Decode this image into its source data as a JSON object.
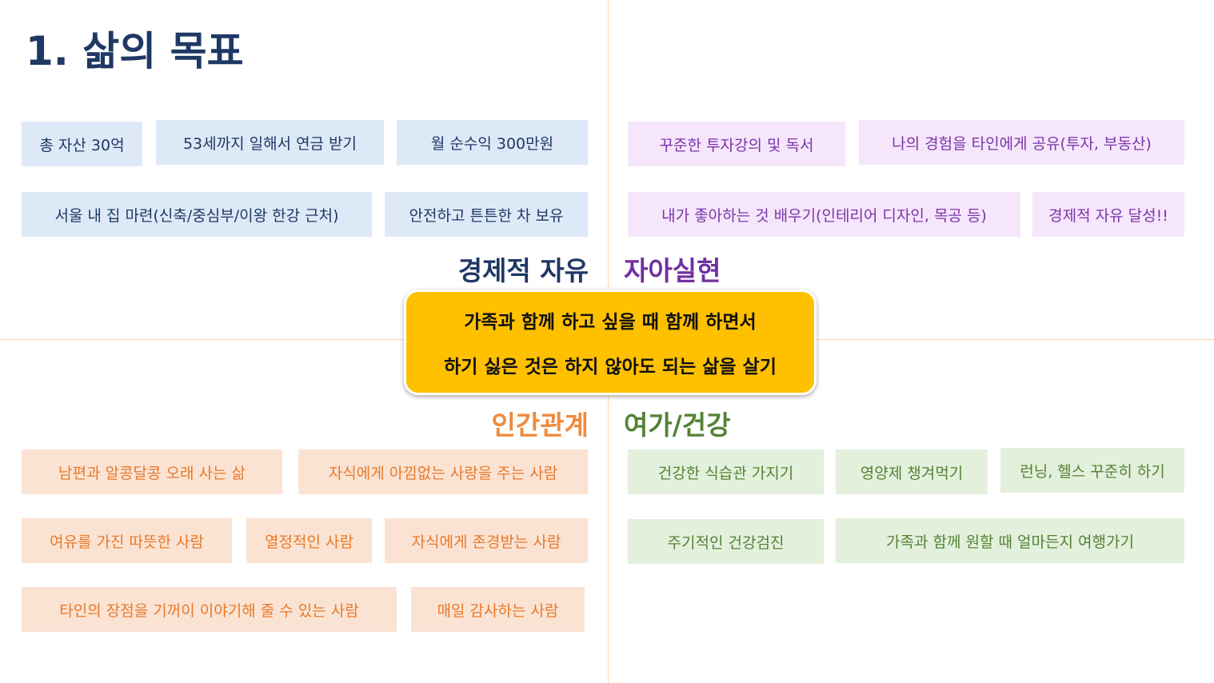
{
  "title": "1. 삶의 목표",
  "center": {
    "line1": "가족과 함께 하고 싶을 때 함께 하면서",
    "line2": "하기 싫은 것은 하지 않아도 되는 삶을 살기"
  },
  "categories": {
    "economic": "경제적 자유",
    "self": "자아실현",
    "relations": "인간관계",
    "leisure": "여가/건강"
  },
  "economic": [
    "총 자산 30억",
    "53세까지 일해서 연금 받기",
    "월 순수익 300만원",
    "서울 내 집 마련(신축/중심부/이왕 한강 근처)",
    "안전하고 튼튼한 차 보유"
  ],
  "self": [
    "꾸준한 투자강의 및 독서",
    "나의 경험을 타인에게 공유(투자, 부동산)",
    "내가 좋아하는 것 배우기(인테리어 디자인, 목공 등)",
    "경제적 자유 달성!!"
  ],
  "relations": [
    "남편과 알콩달콩 오래 사는 삶",
    "자식에게 아낌없는 사랑을 주는 사람",
    "여유를 가진 따뜻한 사람",
    "열정적인 사람",
    "자식에게 존경받는 사람",
    "타인의 장점을 기꺼이 이야기해 줄 수 있는 사람",
    "매일 감사하는 사람"
  ],
  "leisure": [
    "건강한 식습관 가지기",
    "영양제 챙겨먹기",
    "런닝, 헬스 꾸준히 하기",
    "주기적인 건강검진",
    "가족과 함께 원할 때 얼마든지 여행가기"
  ]
}
